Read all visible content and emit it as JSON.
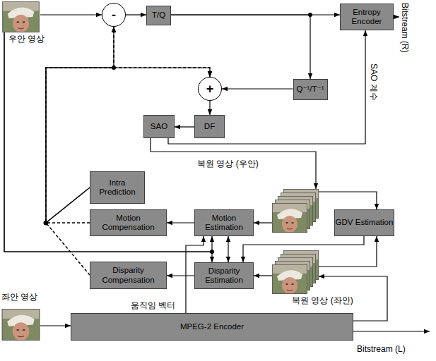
{
  "diagram": {
    "nodes": [
      {
        "text": [
          "우안 영상"
        ]
      },
      {
        "text": [
          "-"
        ]
      },
      {
        "text": [
          "T/Q"
        ]
      },
      {
        "text": [
          "Entropy Encoder"
        ]
      },
      {
        "text": [
          "+"
        ]
      },
      {
        "text": [
          "Q⁻¹/T⁻¹"
        ]
      },
      {
        "text": [
          "SAO"
        ]
      },
      {
        "text": [
          "DF"
        ]
      },
      {
        "text": [
          "Intra Prediction"
        ]
      },
      {
        "text": [
          "Motion Compensation"
        ]
      },
      {
        "text": [
          "Motion Estimation"
        ]
      },
      {
        "text": [
          "복원 영상 (우안)"
        ]
      },
      {
        "text": [
          "GDV Estimation"
        ]
      },
      {
        "text": [
          "Disparity Compensation"
        ]
      },
      {
        "text": [
          "Disparity Estimation"
        ]
      },
      {
        "text": [
          "복원 영상 (좌안)"
        ]
      },
      {
        "text": [
          "좌안 영상"
        ]
      },
      {
        "text": [
          "MPEG-2 Encoder"
        ]
      }
    ],
    "edges": [
      {
        "from": 0,
        "to": 1,
        "arrow": "to"
      },
      {
        "from": 1,
        "to": 2,
        "arrow": "to"
      },
      {
        "from": 2,
        "to": 3,
        "arrow": "to"
      },
      {
        "from": 2,
        "to": 5,
        "arrow": "to"
      },
      {
        "from": 5,
        "to": 4,
        "arrow": "to"
      },
      {
        "from": 4,
        "to": 7,
        "arrow": "to"
      },
      {
        "from": 7,
        "to": 6,
        "arrow": "to"
      },
      {
        "from": 6,
        "to": 11,
        "arrow": "to"
      },
      {
        "from": 6,
        "to": 3,
        "arrow": "to",
        "label": "SAO 계수"
      },
      {
        "from": 11,
        "to": 10,
        "arrow": "to"
      },
      {
        "from": 11,
        "to": 12,
        "arrow": "to"
      },
      {
        "from": 12,
        "to": 14,
        "arrow": "to"
      },
      {
        "from": 15,
        "to": 12,
        "arrow": "to"
      },
      {
        "from": 15,
        "to": 14,
        "arrow": "to"
      },
      {
        "from": 10,
        "to": 9,
        "arrow": "to"
      },
      {
        "from": 14,
        "to": 13,
        "arrow": "to"
      },
      {
        "from": 10,
        "to": 14,
        "arrow": "both"
      },
      {
        "from": 8,
        "to": 1,
        "arrow": "to"
      },
      {
        "from": 8,
        "to": 4,
        "arrow": "to"
      },
      {
        "from": 9,
        "to": 1,
        "arrow": "to"
      },
      {
        "from": 9,
        "to": 4,
        "arrow": "to"
      },
      {
        "from": 13,
        "to": 1,
        "arrow": "to"
      },
      {
        "from": 13,
        "to": 4,
        "arrow": "to"
      },
      {
        "from": 0,
        "to": 10,
        "arrow": "to"
      },
      {
        "from": 0,
        "to": 14,
        "arrow": "to"
      },
      {
        "from": 17,
        "to": 10,
        "arrow": "to"
      },
      {
        "from": 16,
        "to": 17,
        "arrow": "to"
      },
      {
        "from": 17,
        "to": 15,
        "arrow": "to"
      }
    ],
    "labels": [
      "Bitstream (R)",
      "움직임 벡터",
      "Bitstream (L)"
    ]
  }
}
